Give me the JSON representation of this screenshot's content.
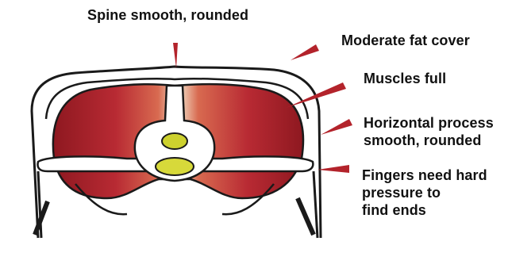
{
  "labels": {
    "spine": "Spine smooth, rounded",
    "fat_cover": "Moderate fat cover",
    "muscles": "Muscles full",
    "horizontal_process": "Horizontal process\nsmooth, rounded",
    "fingers": "Fingers need hard\npressure to\nfind ends"
  },
  "colors": {
    "outline": "#1a1a1a",
    "skin_fill": "#ffffff",
    "muscle_dark": "#9b1b22",
    "muscle_mid": "#c0303a",
    "muscle_light": "#e6a77a",
    "bone_fill": "#ffffff",
    "vertebra_spot": "#cdd12e",
    "pointer": "#b3232b"
  }
}
